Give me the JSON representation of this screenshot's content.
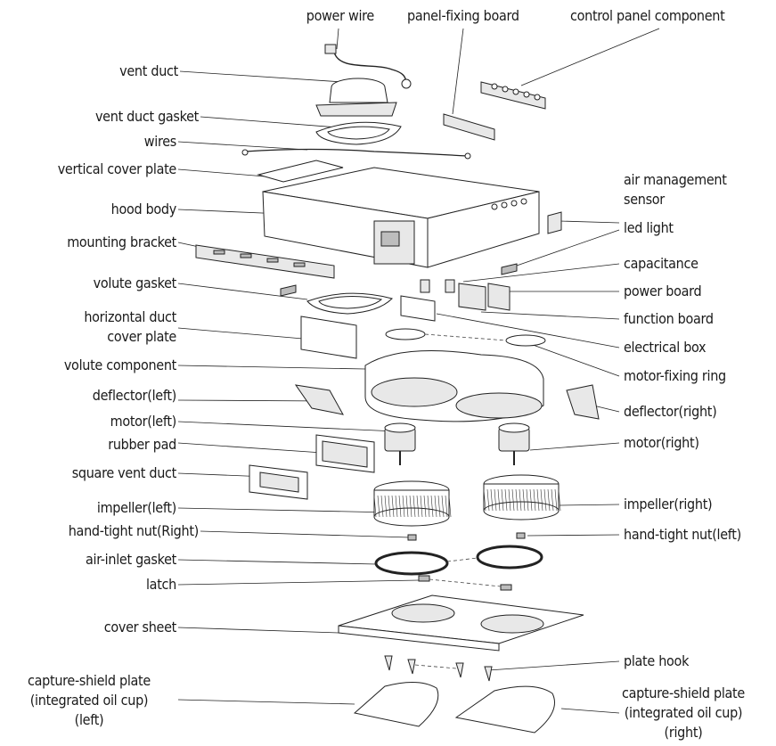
{
  "labels": {
    "power_wire": "power wire",
    "panel_fixing_board": "panel-fixing board",
    "control_panel_component": "control panel component",
    "vent_duct": "vent duct",
    "vent_duct_gasket": "vent duct gasket",
    "wires": "wires",
    "vertical_cover_plate": "vertical cover plate",
    "hood_body": "hood body",
    "mounting_bracket": "mounting bracket",
    "volute_gasket": "volute gasket",
    "horizontal_duct_cover_plate_1": "horizontal duct",
    "horizontal_duct_cover_plate_2": "cover plate",
    "volute_component": "volute component",
    "deflector_left": "deflector(left)",
    "motor_left": "motor(left)",
    "rubber_pad": "rubber pad",
    "square_vent_duct": "square vent duct",
    "impeller_left": "impeller(left)",
    "hand_tight_nut_right": "hand-tight nut(Right)",
    "air_inlet_gasket": "air-inlet gasket",
    "latch": "latch",
    "cover_sheet": "cover sheet",
    "capture_shield_left_1": "capture-shield plate",
    "capture_shield_left_2": "(integrated oil cup)",
    "capture_shield_left_3": "(left)",
    "air_management_sensor_1": "air management",
    "air_management_sensor_2": "sensor",
    "led_light": "led light",
    "capacitance": "capacitance",
    "power_board": "power board",
    "function_board": "function board",
    "electrical_box": "electrical box",
    "motor_fixing_ring": "motor-fixing ring",
    "deflector_right": "deflector(right)",
    "motor_right": "motor(right)",
    "impeller_right": "impeller(right)",
    "hand_tight_nut_left": "hand-tight nut(left)",
    "plate_hook": "plate hook",
    "capture_shield_right_1": "capture-shield plate",
    "capture_shield_right_2": "(integrated oil cup)",
    "capture_shield_right_3": "(right)"
  }
}
